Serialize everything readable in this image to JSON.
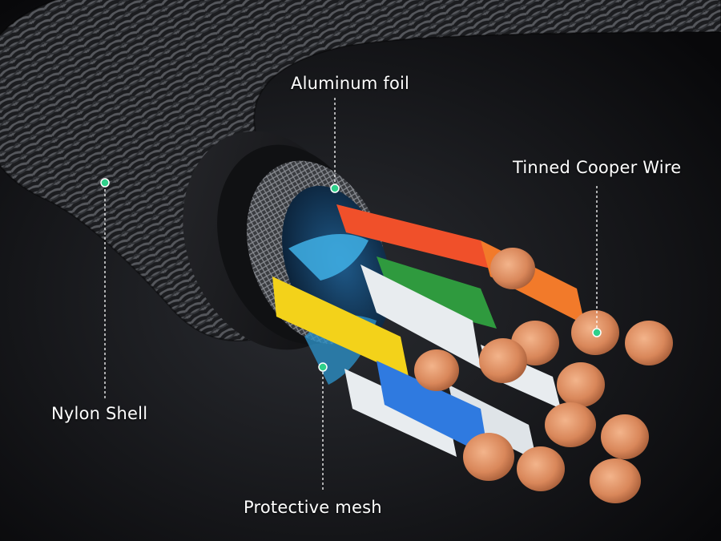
{
  "annotations": {
    "aluminum_foil": "Aluminum foil",
    "tinned_copper_wire": "Tinned Cooper Wire",
    "nylon_shell": "Nylon Shell",
    "protective_mesh": "Protective mesh"
  },
  "colors": {
    "background": "#0b0b0d",
    "marker": "#2fd08a",
    "copper": "#d98a5c",
    "wire_orange": "#f27a2a",
    "wire_red": "#f0502a",
    "wire_green": "#2f9a3e",
    "wire_blue": "#2f7ae0",
    "wire_yellow": "#f3d21a",
    "wire_white": "#e8ecef",
    "separator_blue": "#3fb0e6"
  }
}
